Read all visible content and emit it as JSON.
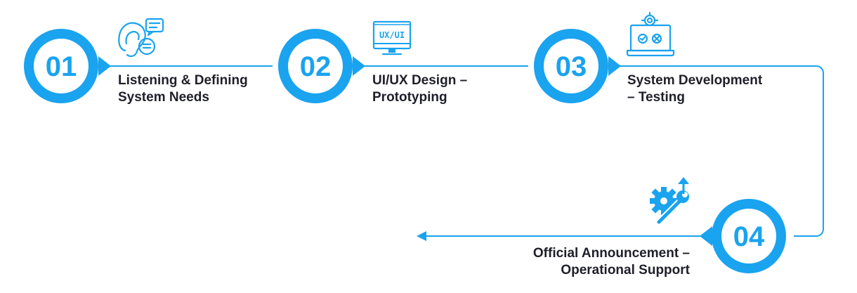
{
  "colors": {
    "accent": "#1aa3ef",
    "text": "#1f1f2b",
    "background": "#ffffff"
  },
  "steps": [
    {
      "number": "01",
      "line1": "Listening & Defining",
      "line2": "System Needs",
      "icon": "ear-speech-bubbles-icon"
    },
    {
      "number": "02",
      "line1": "UI/UX Design –",
      "line2": "Prototyping",
      "icon": "ux-ui-monitor-icon",
      "icon_text": "UX/UI"
    },
    {
      "number": "03",
      "line1": "System Development",
      "line2": "– Testing",
      "icon": "laptop-gear-check-icon"
    },
    {
      "number": "04",
      "line1": "Official Announcement –",
      "line2": "Operational Support",
      "icon": "gear-wrench-upload-icon"
    }
  ]
}
